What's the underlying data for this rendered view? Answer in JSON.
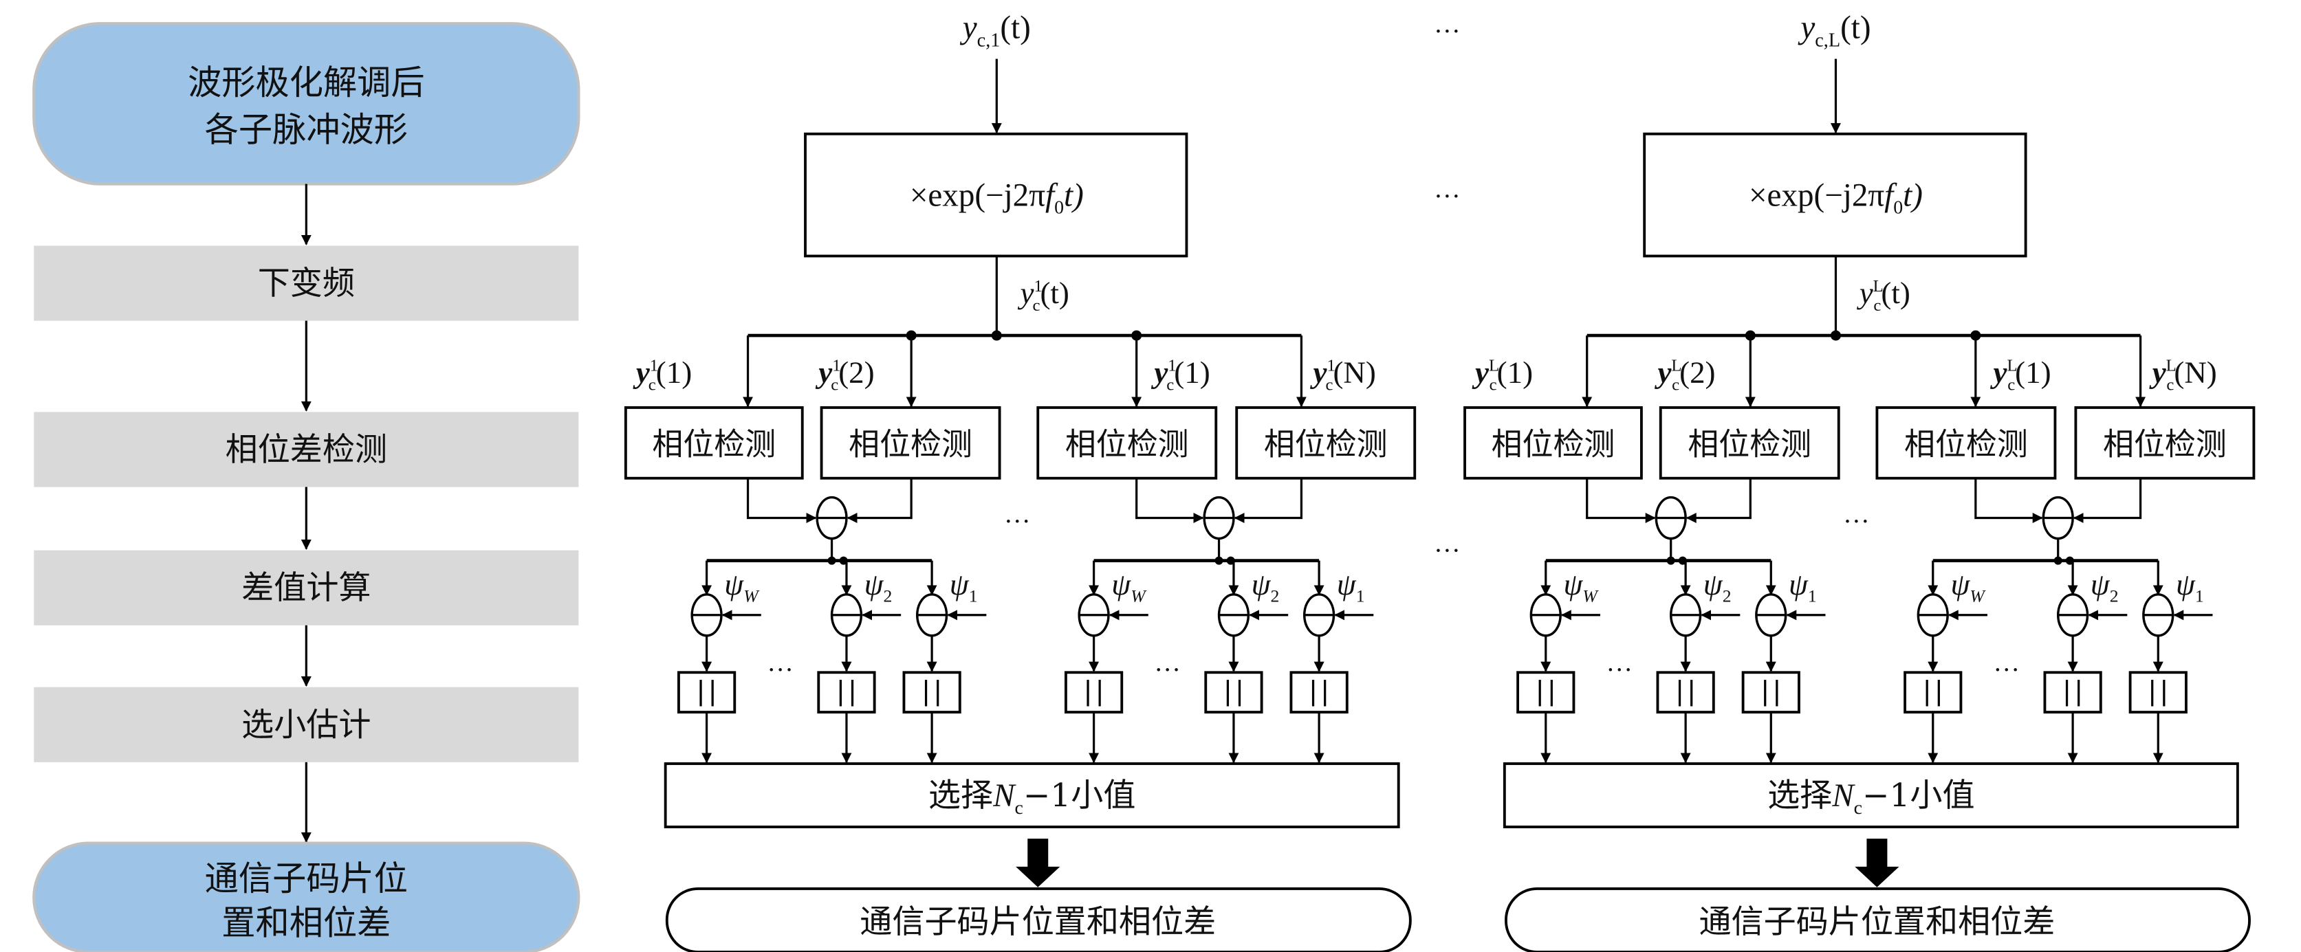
{
  "flow": {
    "start": {
      "line1": "波形极化解调后",
      "line2": "各子脉冲波形"
    },
    "steps": [
      "下变频",
      "相位差检测",
      "差值计算",
      "选小估计"
    ],
    "end": {
      "line1": "通信子码片位",
      "line2": "置和相位差"
    }
  },
  "colors": {
    "terminal_fill": "#9dc3e6",
    "terminal_border": "#c0c0c0",
    "step_fill": "#d9d9d9"
  },
  "modules": [
    {
      "input": {
        "base": "y",
        "sub": "c,1",
        "arg": "(t)"
      },
      "mixer": {
        "pre": "×exp(−j2π",
        "f": "f",
        "fsub": "0",
        "post": "t)"
      },
      "mixed": {
        "base": "y",
        "sup": "1",
        "sub": "c",
        "arg": "(t)"
      },
      "branches": [
        {
          "base": "y",
          "sup": "1",
          "sub": "c",
          "arg": "(1)"
        },
        {
          "base": "y",
          "sup": "1",
          "sub": "c",
          "arg": "(2)"
        },
        {
          "base": "y",
          "sup": "1",
          "sub": "c",
          "arg": "(1)"
        },
        {
          "base": "y",
          "sup": "1",
          "sub": "c",
          "arg": "(N)"
        }
      ],
      "detector_label": "相位检测",
      "psi": [
        {
          "base": "ψ",
          "sub": "W"
        },
        {
          "base": "ψ",
          "sub": "2"
        },
        {
          "base": "ψ",
          "sub": "1"
        }
      ],
      "select": {
        "pre": "选择",
        "n": "N",
        "nsub": "c",
        "post": "−1小值"
      },
      "output": "通信子码片位置和相位差"
    },
    {
      "input": {
        "base": "y",
        "sub": "c,L",
        "arg": "(t)"
      },
      "mixer": {
        "pre": "×exp(−j2π",
        "f": "f",
        "fsub": "0",
        "post": "t)"
      },
      "mixed": {
        "base": "y",
        "sup": "L",
        "sub": "c",
        "arg": "(t)"
      },
      "branches": [
        {
          "base": "y",
          "sup": "L",
          "sub": "c",
          "arg": "(1)"
        },
        {
          "base": "y",
          "sup": "L",
          "sub": "c",
          "arg": "(2)"
        },
        {
          "base": "y",
          "sup": "L",
          "sub": "c",
          "arg": "(1)"
        },
        {
          "base": "y",
          "sup": "L",
          "sub": "c",
          "arg": "(N)"
        }
      ],
      "detector_label": "相位检测",
      "psi": [
        {
          "base": "ψ",
          "sub": "W"
        },
        {
          "base": "ψ",
          "sub": "2"
        },
        {
          "base": "ψ",
          "sub": "1"
        }
      ],
      "select": {
        "pre": "选择",
        "n": "N",
        "nsub": "c",
        "post": "−1小值"
      },
      "output": "通信子码片位置和相位差"
    }
  ],
  "ellipsis": "…"
}
